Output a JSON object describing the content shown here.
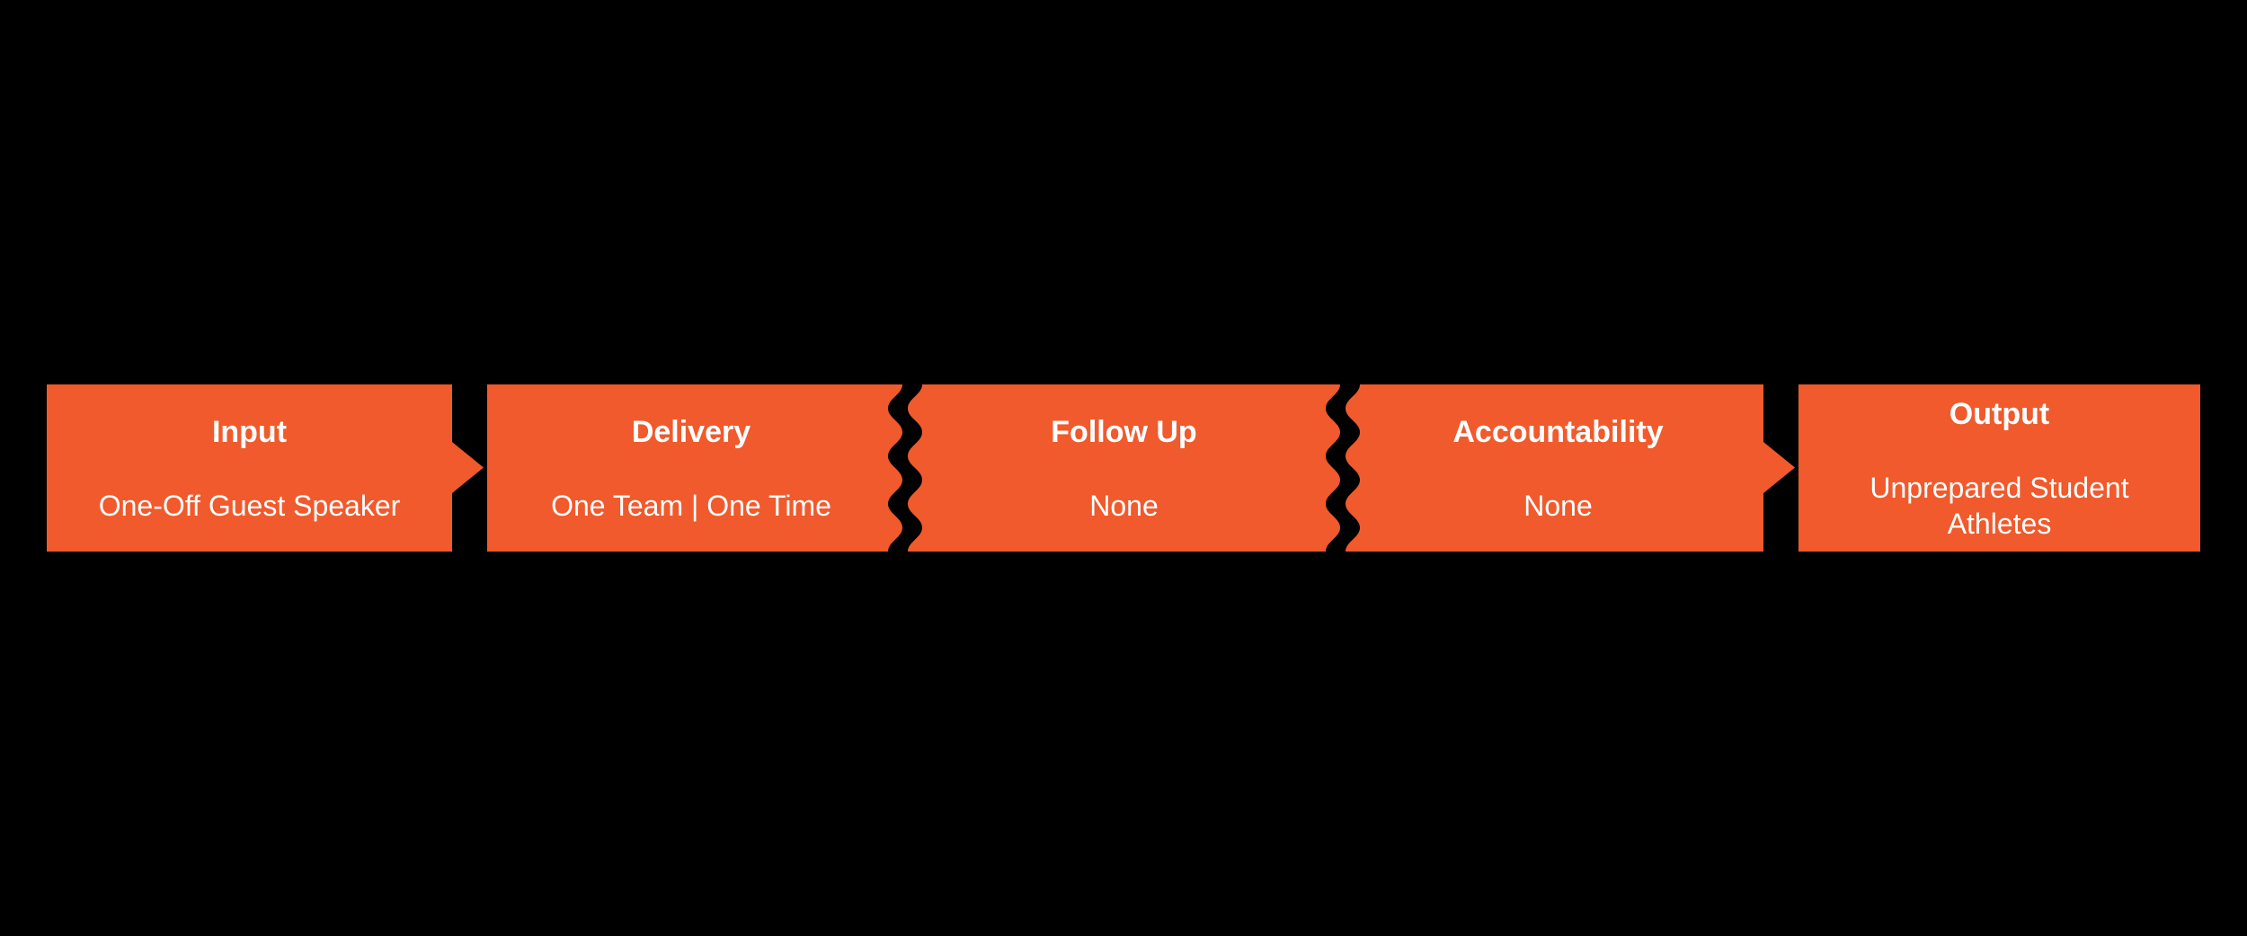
{
  "colors": {
    "box": "#F05A2C",
    "text": "#FFFFFF",
    "background": "#000000"
  },
  "steps": [
    {
      "title": "Input",
      "body": "One-Off Guest Speaker"
    },
    {
      "title": "Delivery",
      "body": "One Team | One Time"
    },
    {
      "title": "Follow Up",
      "body": "None"
    },
    {
      "title": "Accountability",
      "body": "None"
    },
    {
      "title": "Output",
      "body": "Unprepared Student Athletes"
    }
  ],
  "connectors": [
    {
      "from": "Input",
      "to": "Delivery",
      "style": "arrow"
    },
    {
      "from": "Delivery",
      "to": "Follow Up",
      "style": "torn-break"
    },
    {
      "from": "Follow Up",
      "to": "Accountability",
      "style": "torn-break"
    },
    {
      "from": "Accountability",
      "to": "Output",
      "style": "arrow"
    }
  ]
}
